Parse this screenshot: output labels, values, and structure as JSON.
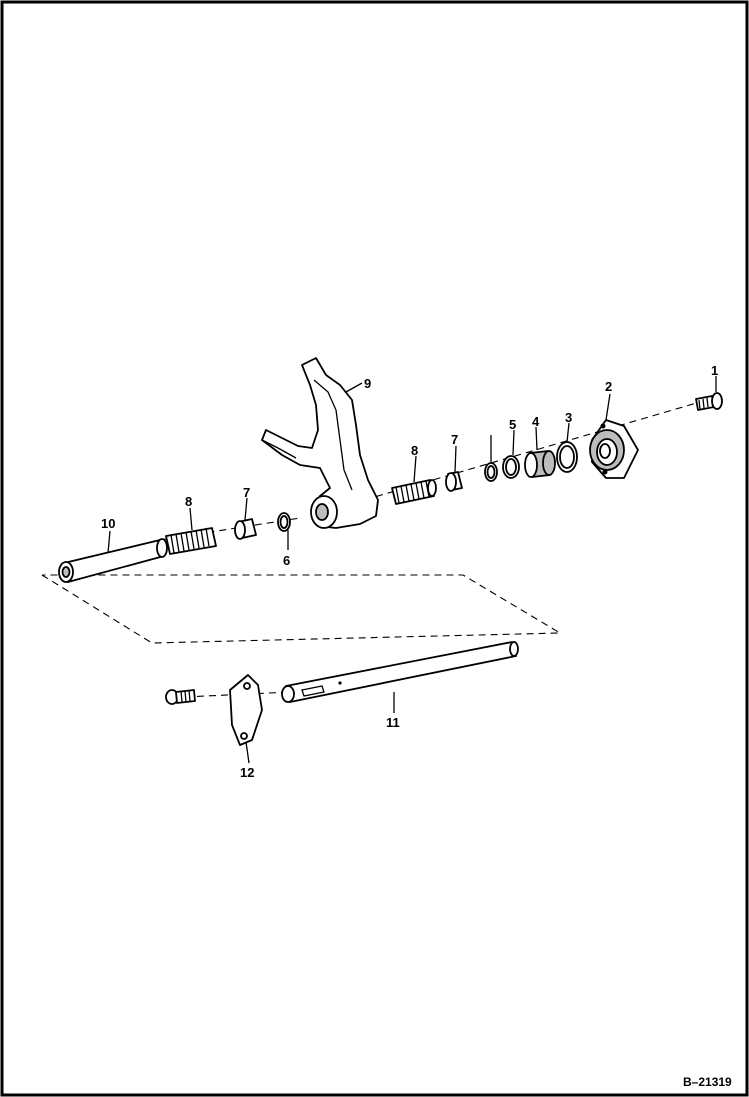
{
  "figure": {
    "id": "B–21319"
  },
  "callouts": [
    {
      "key": "p1",
      "text": "1"
    },
    {
      "key": "p2",
      "text": "2"
    },
    {
      "key": "p3",
      "text": "3"
    },
    {
      "key": "p4",
      "text": "4"
    },
    {
      "key": "p5",
      "text": "5"
    },
    {
      "key": "p6",
      "text": "6"
    },
    {
      "key": "p7a",
      "text": "7"
    },
    {
      "key": "p7b",
      "text": "7"
    },
    {
      "key": "p8a",
      "text": "8"
    },
    {
      "key": "p8b",
      "text": "8"
    },
    {
      "key": "p9",
      "text": "9"
    },
    {
      "key": "p10",
      "text": "10"
    },
    {
      "key": "p11",
      "text": "11"
    },
    {
      "key": "p12",
      "text": "12"
    }
  ],
  "colors": {
    "line": "#000000",
    "shading": "#bdbdbd",
    "background": "#ffffff"
  }
}
